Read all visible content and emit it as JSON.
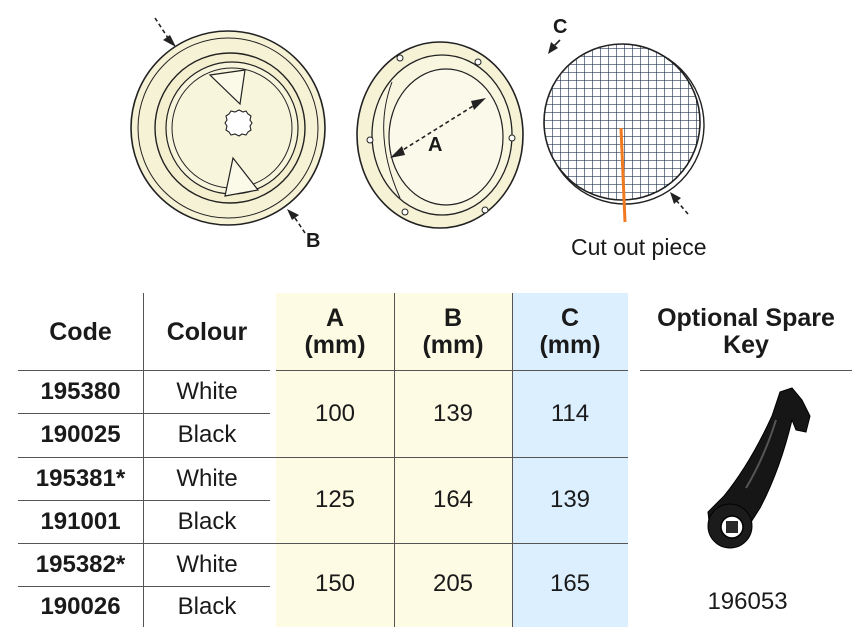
{
  "diagram": {
    "label_a": "A",
    "label_b": "B",
    "label_c": "C",
    "cut_out_label": "Cut out piece"
  },
  "table": {
    "headers": {
      "code": "Code",
      "colour": "Colour",
      "a_line1": "A",
      "a_line2": "(mm)",
      "b_line1": "B",
      "b_line2": "(mm)",
      "c_line1": "C",
      "c_line2": "(mm)",
      "spare_line1": "Optional Spare",
      "spare_line2": "Key"
    },
    "rows": [
      {
        "code": "195380",
        "colour": "White"
      },
      {
        "code": "190025",
        "colour": "Black"
      },
      {
        "code": "195381*",
        "colour": "White"
      },
      {
        "code": "191001",
        "colour": "Black"
      },
      {
        "code": "195382*",
        "colour": "White"
      },
      {
        "code": "190026",
        "colour": "Black"
      }
    ],
    "sizes": [
      {
        "a": "100",
        "b": "139",
        "c": "114"
      },
      {
        "a": "125",
        "b": "164",
        "c": "139"
      },
      {
        "a": "150",
        "b": "205",
        "c": "165"
      }
    ],
    "spare_key_code": "196053"
  },
  "colors": {
    "cream": "#f6f2d6",
    "col_ab_bg": "#fdfbe3",
    "col_c_bg": "#dcefff",
    "cut_line": "#f07a20"
  }
}
